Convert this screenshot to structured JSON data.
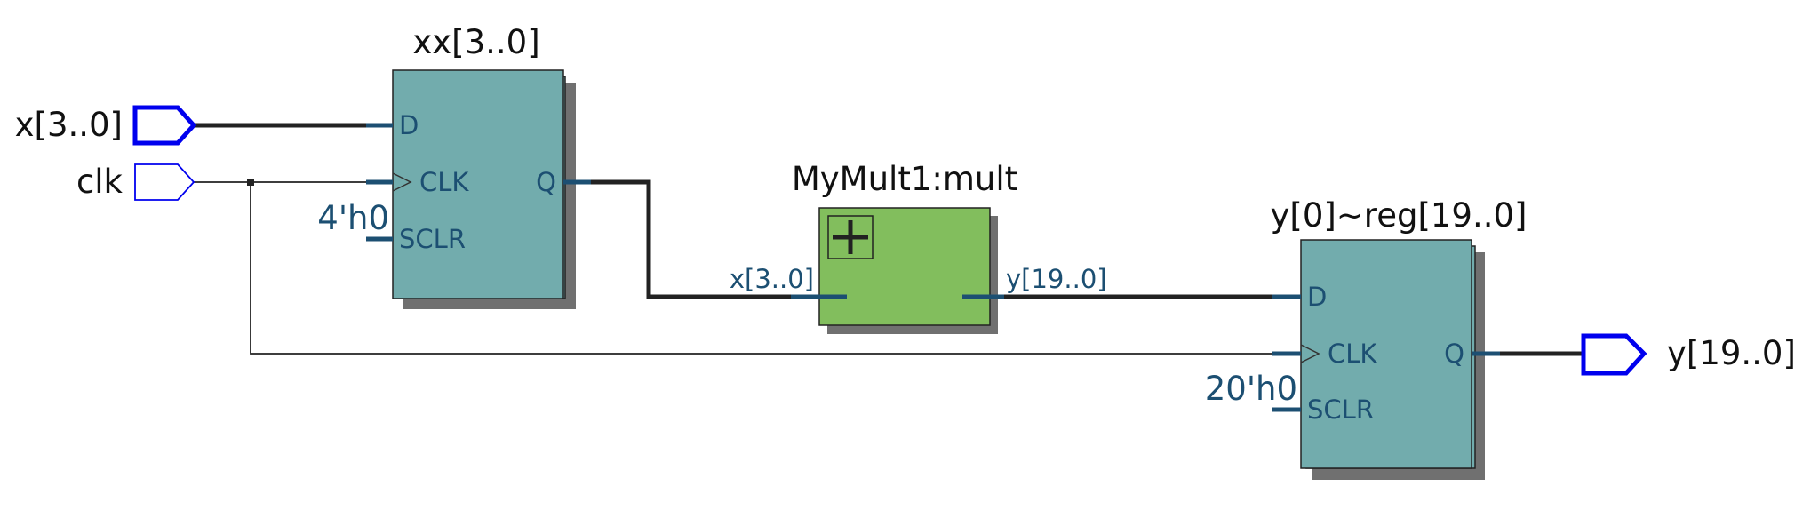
{
  "diagram": {
    "colors": {
      "register_fill": "#72acad",
      "register_shadow": "#707070",
      "multiplier_fill": "#82be5d",
      "port_stub": "#1c4f72",
      "wire": "#222222",
      "io_port": "#0000ee"
    },
    "inputs": [
      {
        "label": "x[3..0]",
        "icon": "input-bus-port-icon"
      },
      {
        "label": "clk",
        "icon": "input-port-icon"
      }
    ],
    "outputs": [
      {
        "label": "y[19..0]",
        "icon": "output-bus-port-icon"
      }
    ],
    "reg_xx": {
      "title": "xx[3..0]",
      "ports": {
        "d": "D",
        "clk": "CLK",
        "sclr": "SCLR",
        "q": "Q"
      },
      "sclr_const": "4'h0"
    },
    "mult": {
      "title": "MyMult1:mult",
      "icon": "plus-icon",
      "in_port": "x[3..0]",
      "out_port": "y[19..0]"
    },
    "reg_y": {
      "title": "y[0]~reg[19..0]",
      "ports": {
        "d": "D",
        "clk": "CLK",
        "sclr": "SCLR",
        "q": "Q"
      },
      "sclr_const": "20'h0"
    }
  }
}
